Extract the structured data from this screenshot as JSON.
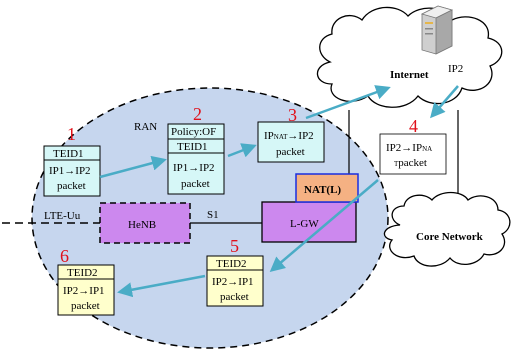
{
  "labels": {
    "ran": "RAN",
    "internet": "Internet",
    "ip2_server": "IP2",
    "core_network": "Core Network",
    "lte_uu": "LTE-Uu",
    "s1": "S1",
    "henb": "HeNB",
    "lgw": "L-GW",
    "nat": "NAT(L)"
  },
  "steps": [
    "1",
    "2",
    "3",
    "4",
    "5",
    "6"
  ],
  "packets": {
    "p1": {
      "teid": "TEID1",
      "line1": "IP1→IP2",
      "line2": "packet"
    },
    "p2": {
      "policy": "Policy:OF",
      "teid": "TEID1",
      "line1": "IP1→IP2",
      "line2": "packet"
    },
    "p3": {
      "line1_pre": "IP",
      "line1_sub": "NAT",
      "line1_post": "→IP2",
      "line2": "packet"
    },
    "p4": {
      "line1_pre": "IP2→IP",
      "line1_sub": "NA",
      "line2_sub": "T",
      "line2_post": "packet"
    },
    "p5": {
      "teid": "TEID2",
      "line1": "IP2→IP1",
      "line2": "packet"
    },
    "p6": {
      "teid": "TEID2",
      "line1": "IP2→IP1",
      "line2": "packet"
    }
  },
  "colors": {
    "ran_fill": "#c6d6ee",
    "packet_cyan": "#d6f7f7",
    "packet_yellow": "#ffffcc",
    "node_purple": "#cc88ee",
    "nat_orange": "#f5b183",
    "nat_border": "#1a2ee0",
    "arrow": "#4aacc6",
    "step_red": "#e0101a"
  },
  "icons": [
    "server-icon",
    "cloud-icon"
  ]
}
